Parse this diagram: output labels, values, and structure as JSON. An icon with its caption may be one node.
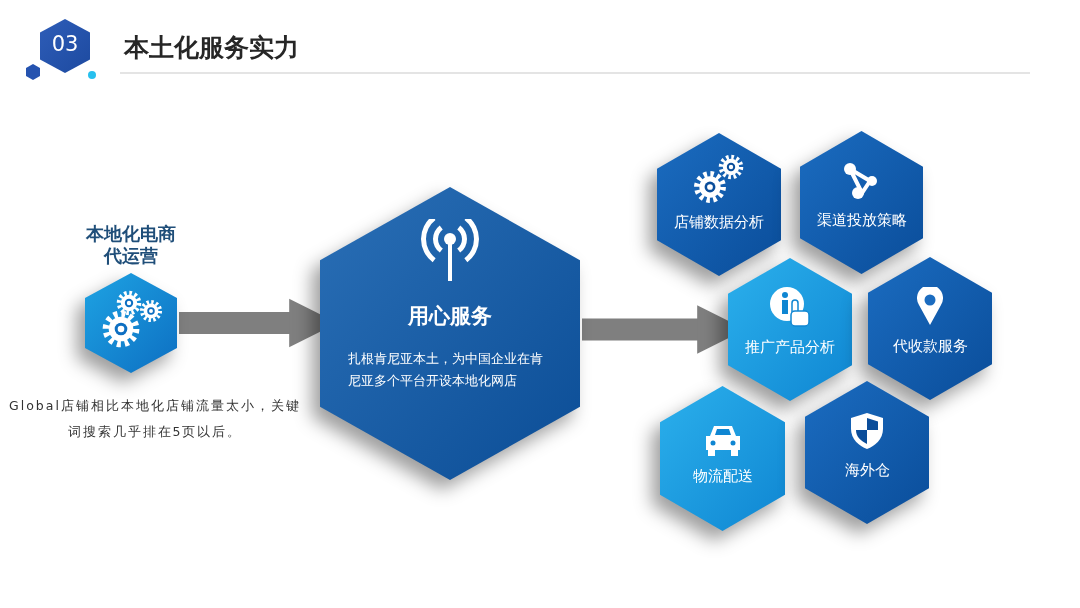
{
  "diagram": {
    "title": "本土化服务实力",
    "nodes": [
      {
        "text": [
          "03"
        ]
      },
      {
        "text": [
          "本地化电商代运营"
        ],
        "beside": [
          "Global店铺相比本地化店铺流量太小，关键词搜索几乎排在5页以后。"
        ]
      },
      {
        "text": [
          "用心服务",
          "扎根肯尼亚本土，为中国企业在肯尼亚多个平台开设本地化网店"
        ]
      },
      {
        "text": [
          "店铺数据分析"
        ]
      },
      {
        "text": [
          "渠道投放策略"
        ]
      },
      {
        "text": [
          "推广产品分析"
        ]
      },
      {
        "text": [
          "代收款服务"
        ]
      },
      {
        "text": [
          "物流配送"
        ]
      },
      {
        "text": [
          "海外仓"
        ]
      }
    ],
    "edges": [
      {
        "from": 1,
        "to": 2,
        "arrow": "to"
      },
      {
        "from": 2,
        "to": 5,
        "arrow": "to"
      }
    ]
  }
}
